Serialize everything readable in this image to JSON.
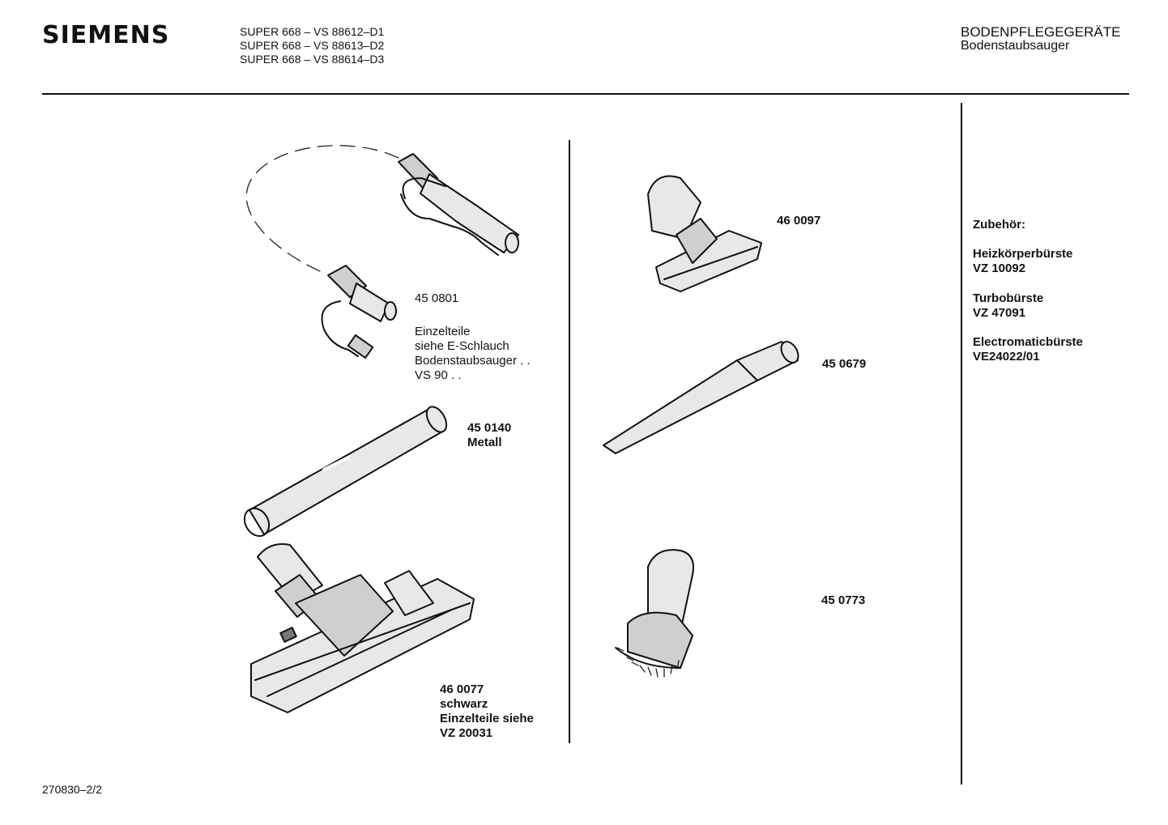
{
  "header": {
    "brand": "SIEMENS",
    "models": [
      "SUPER 668 – VS 88612–D1",
      "SUPER 668 – VS 88613–D2",
      "SUPER 668 – VS 88614–D3"
    ],
    "category_title": "BODENPFLEGEGERÄTE",
    "category_subtitle": "Bodenstaubsauger"
  },
  "parts": {
    "hose": {
      "number": "45 0801",
      "note": [
        "Einzelteile",
        "siehe E-Schlauch",
        "Bodenstaubsauger . .",
        "VS 90 . ."
      ]
    },
    "tube": {
      "number": "45 0140",
      "note": "Metall"
    },
    "floor_nozzle": {
      "number": "46 0077",
      "note": [
        "schwarz",
        "Einzelteile siehe",
        "VZ 20031"
      ]
    },
    "upholstery_nozzle": {
      "number": "46 0097"
    },
    "crevice_nozzle": {
      "number": "45 0679"
    },
    "dusting_brush": {
      "number": "45 0773"
    }
  },
  "accessories": {
    "title": "Zubehör:",
    "items": [
      {
        "name": "Heizkörperbürste",
        "code": "VZ 10092"
      },
      {
        "name": "Turbobürste",
        "code": "VZ 47091"
      },
      {
        "name": "Electromaticbürste",
        "code": "VE24022/01"
      }
    ]
  },
  "footer": {
    "doc_id": "270830–2/2"
  }
}
